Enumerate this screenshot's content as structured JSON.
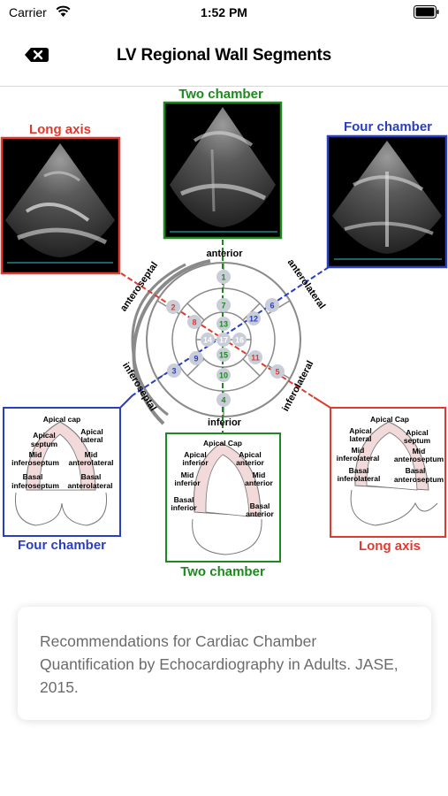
{
  "status_bar": {
    "carrier": "Carrier",
    "time": "1:52 PM"
  },
  "nav": {
    "title": "LV Regional Wall Segments"
  },
  "figure": {
    "echo_views": {
      "long_axis": "Long axis",
      "two_chamber": "Two chamber",
      "four_chamber": "Four chamber"
    },
    "diagram_views": {
      "four_chamber": "Four chamber",
      "two_chamber": "Two chamber",
      "long_axis": "Long axis"
    },
    "walls": {
      "anterior": "anterior",
      "inferior": "inferior",
      "anteroseptal": "anteroseptal",
      "anterolateral": "anterolateral",
      "inferoseptal": "inferoseptal",
      "inferolateral": "inferolateral"
    },
    "segments": {
      "s1": "1",
      "s2": "2",
      "s3": "3",
      "s4": "4",
      "s5": "5",
      "s6": "6",
      "s7": "7",
      "s8": "8",
      "s9": "9",
      "s10": "10",
      "s11": "11",
      "s12": "12",
      "s13": "13",
      "s14": "14",
      "s15": "15",
      "s16": "16",
      "s17": "17"
    },
    "four_chamber_labels": {
      "apical_cap": "Apical cap",
      "apical_septum_1": "Apical",
      "apical_septum_2": "septum",
      "apical_lateral_1": "Apical",
      "apical_lateral_2": "lateral",
      "mid_infero_1": "Mid",
      "mid_infero_2": "inferoseptum",
      "mid_antero_1": "Mid",
      "mid_antero_2": "anterolateral",
      "basal_infero_1": "Basal",
      "basal_infero_2": "inferoseptum",
      "basal_antero_1": "Basal",
      "basal_antero_2": "anterolateral"
    },
    "two_chamber_labels": {
      "apical_cap": "Apical Cap",
      "apical_inferior_1": "Apical",
      "apical_inferior_2": "inferior",
      "apical_anterior_1": "Apical",
      "apical_anterior_2": "anterior",
      "mid_inferior_1": "Mid",
      "mid_inferior_2": "inferior",
      "mid_anterior_1": "Mid",
      "mid_anterior_2": "anterior",
      "basal_inferior_1": "Basal",
      "basal_inferior_2": "inferior",
      "basal_anterior_1": "Basal",
      "basal_anterior_2": "anterior"
    },
    "long_axis_labels": {
      "apical_cap": "Apical Cap",
      "apical_lateral_1": "Apical",
      "apical_lateral_2": "lateral",
      "apical_septum_1": "Apical",
      "apical_septum_2": "septum",
      "mid_infero_1": "Mid",
      "mid_infero_2": "inferolateral",
      "mid_antero_1": "Mid",
      "mid_antero_2": "anteroseptum",
      "basal_infero_1": "Basal",
      "basal_infero_2": "inferolateral",
      "basal_antero_1": "Basal",
      "basal_antero_2": "anteroseptum"
    }
  },
  "reference": {
    "text": "Recommendations for Cardiac Chamber Quantification by Echocardiography in Adults. JASE, 2015."
  },
  "colors": {
    "red": "#e03a2f",
    "green": "#1e8a1e",
    "blue": "#2a3fbf",
    "segment_fill": "#c9cdd8",
    "wall_fill": "#f3dada"
  }
}
